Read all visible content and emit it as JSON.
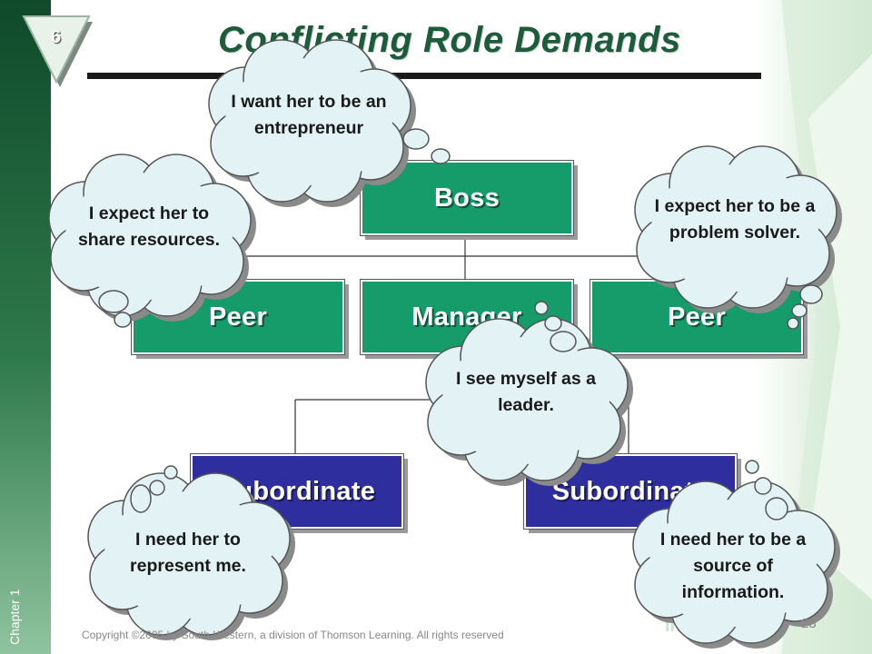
{
  "slide": {
    "chapter_number": "6",
    "title": "Conflicting Role Demands",
    "chapter_label": "Chapter 1",
    "copyright": "Copyright ©2005 by South-Western,  a division of Thomson Learning.  All rights reserved",
    "page_number": "28"
  },
  "org_chart": {
    "boss": "Boss",
    "peer_left": "Peer",
    "manager": "Manager",
    "peer_right": "Peer",
    "subordinate_left": "Subordinate",
    "subordinate_right": "Subordinate"
  },
  "thoughts": {
    "boss": "I want her to be an entrepreneur",
    "peer_left": "I expect her to share resources.",
    "peer_right": "I expect her to be a problem solver.",
    "manager": "I see myself as a leader.",
    "subordinate_left": "I need her to represent me.",
    "subordinate_right": "I need her to be a source of information."
  },
  "colors": {
    "green_box": "#169b6a",
    "purple_box": "#2e2e9e",
    "cloud_fill": "#e3f3f5",
    "title": "#1c5c3a"
  }
}
